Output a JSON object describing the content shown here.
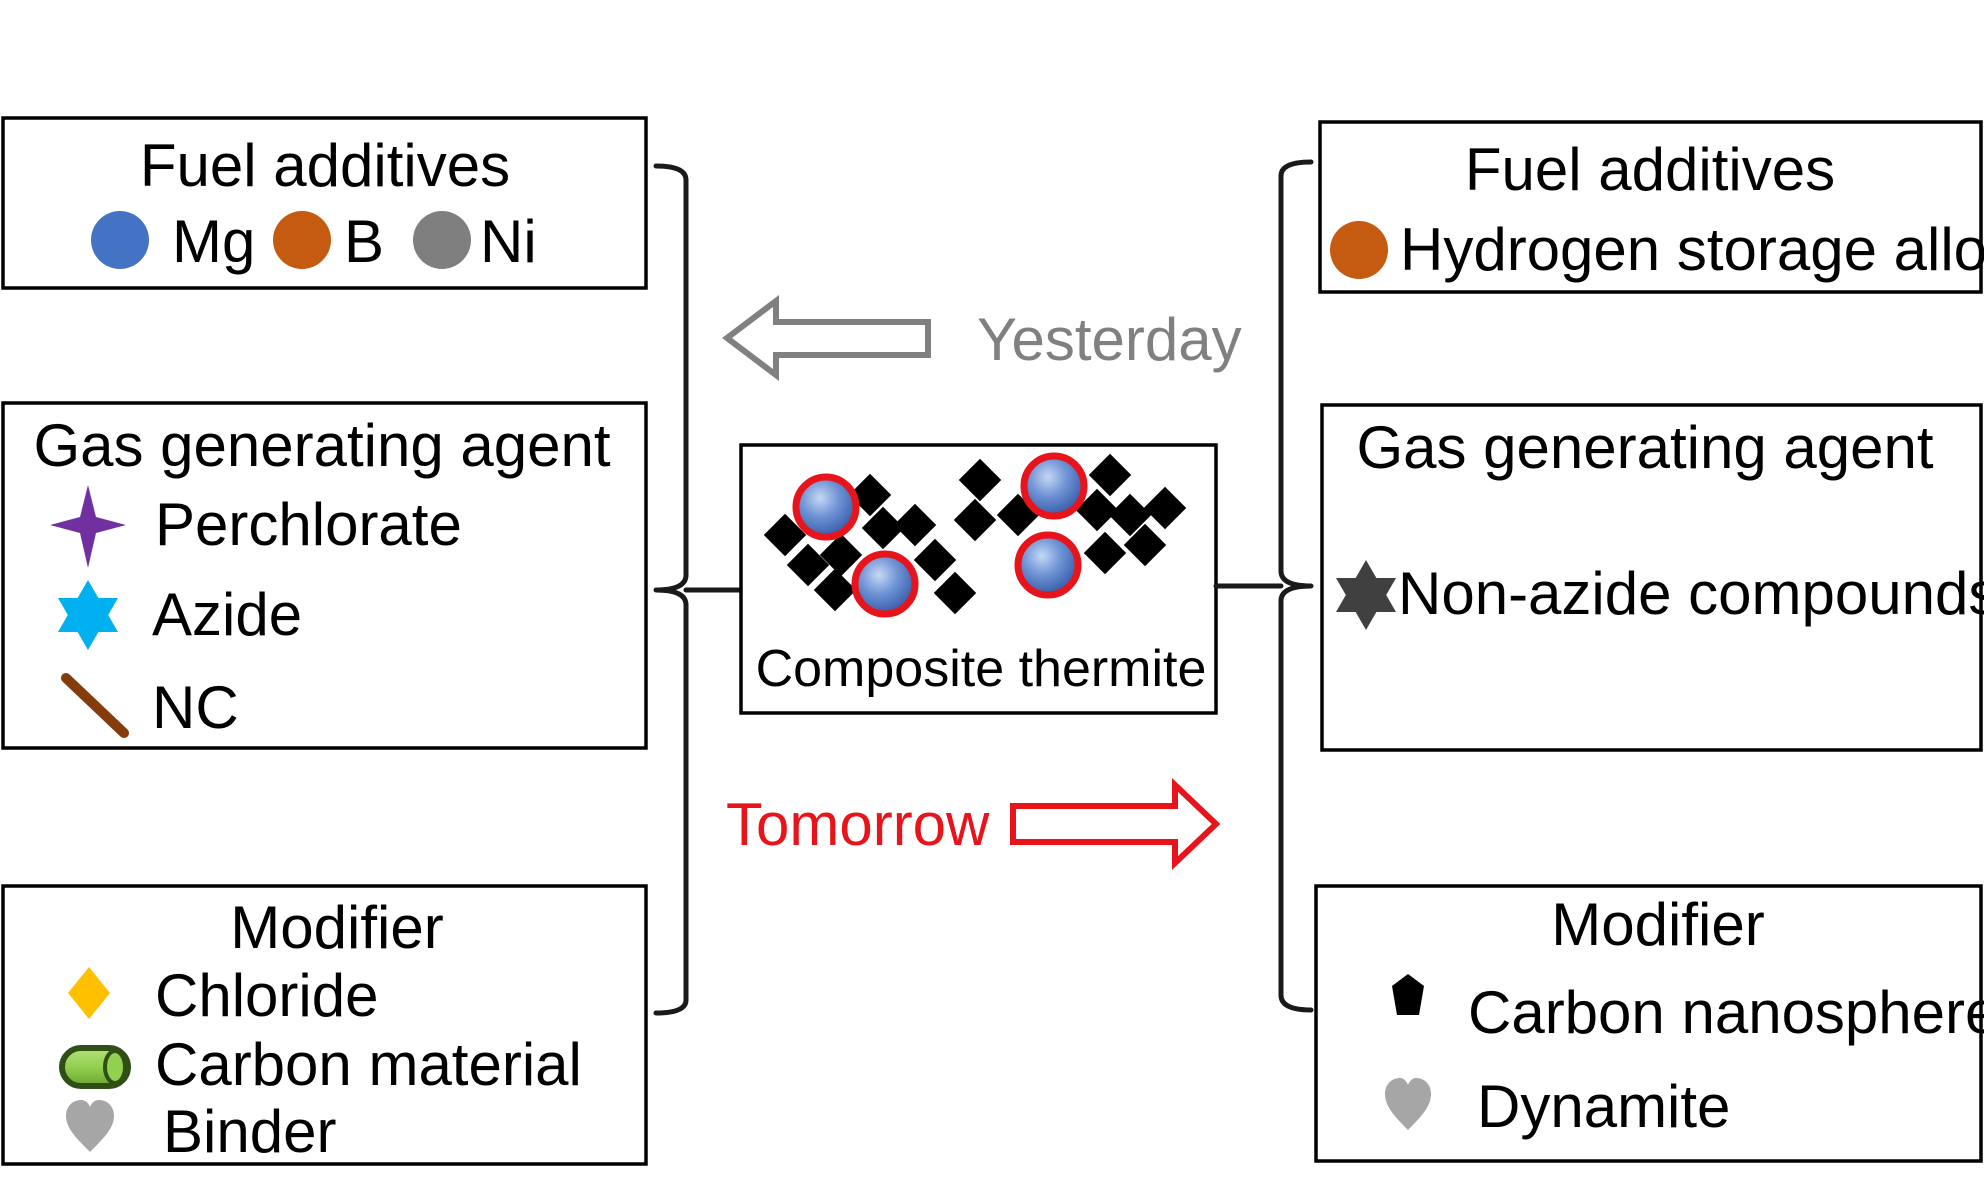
{
  "center": {
    "label": "Composite thermite"
  },
  "yesterday": {
    "label": "Yesterday",
    "color": "#808080"
  },
  "tomorrow": {
    "label": "Tomorrow",
    "color": "#e8141c"
  },
  "left": {
    "fuel": {
      "title": "Fuel additives",
      "items": [
        {
          "label": "Mg",
          "icon": "blue-circle-icon",
          "color": "#4472c4"
        },
        {
          "label": "B",
          "icon": "orange-circle-icon",
          "color": "#c55a11"
        },
        {
          "label": "Ni",
          "icon": "gray-circle-icon",
          "color": "#7f7f7f"
        }
      ]
    },
    "gas": {
      "title": "Gas generating agent",
      "items": [
        {
          "label": "Perchlorate",
          "icon": "purple-star-icon",
          "color": "#7030a0"
        },
        {
          "label": "Azide",
          "icon": "cyan-hexagram-icon",
          "color": "#00b0f0"
        },
        {
          "label": "NC",
          "icon": "brown-stick-icon",
          "color": "#843c0c"
        }
      ]
    },
    "modifier": {
      "title": "Modifier",
      "items": [
        {
          "label": "Chloride",
          "icon": "yellow-diamond-icon",
          "color": "#ffc000"
        },
        {
          "label": "Carbon material",
          "icon": "green-cylinder-icon",
          "color": "#92d050"
        },
        {
          "label": "Binder",
          "icon": "gray-heart-icon",
          "color": "#a6a6a6"
        }
      ]
    }
  },
  "right": {
    "fuel": {
      "title": "Fuel additives",
      "items": [
        {
          "label": "Hydrogen storage alloy",
          "icon": "orange-circle-icon",
          "color": "#c55a11"
        }
      ]
    },
    "gas": {
      "title": "Gas generating agent",
      "items": [
        {
          "label": "Non-azide compounds",
          "icon": "dark-gray-hexagram-icon",
          "color": "#404040"
        }
      ]
    },
    "modifier": {
      "title": "Modifier",
      "items": [
        {
          "label": "Carbon nanosphere",
          "icon": "black-pentagon-icon",
          "color": "#000000"
        },
        {
          "label": "Dynamite",
          "icon": "gray-heart-icon",
          "color": "#a6a6a6"
        }
      ]
    }
  }
}
